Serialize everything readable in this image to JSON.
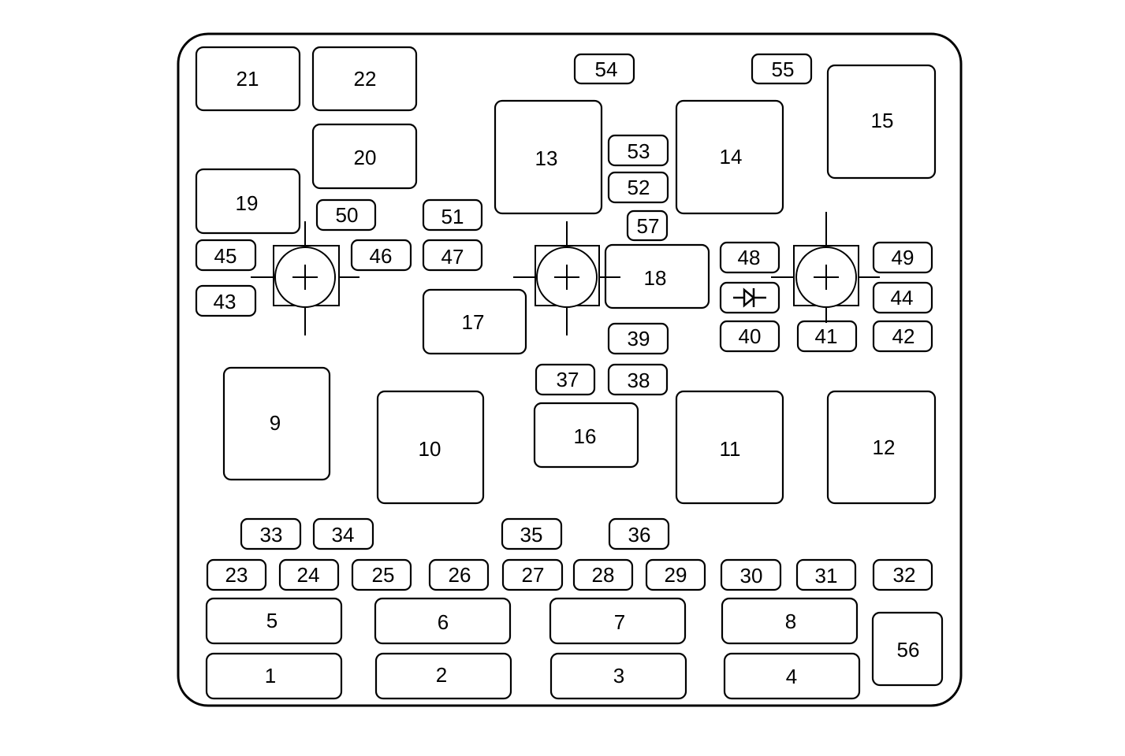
{
  "labels": {
    "f1": "1",
    "f2": "2",
    "f3": "3",
    "f4": "4",
    "f5": "5",
    "f6": "6",
    "f7": "7",
    "f8": "8",
    "f9": "9",
    "f10": "10",
    "f11": "11",
    "f12": "12",
    "f13": "13",
    "f14": "14",
    "f15": "15",
    "f16": "16",
    "f17": "17",
    "f18": "18",
    "f19": "19",
    "f20": "20",
    "f21": "21",
    "f22": "22",
    "f23": "23",
    "f24": "24",
    "f25": "25",
    "f26": "26",
    "f27": "27",
    "f28": "28",
    "f29": "29",
    "f30": "30",
    "f31": "31",
    "f32": "32",
    "f33": "33",
    "f34": "34",
    "f35": "35",
    "f36": "36",
    "f37": "37",
    "f38": "38",
    "f39": "39",
    "f40": "40",
    "f41": "41",
    "f42": "42",
    "f43": "43",
    "f44": "44",
    "f45": "45",
    "f46": "46",
    "f47": "47",
    "f48": "48",
    "f49": "49",
    "f50": "50",
    "f51": "51",
    "f52": "52",
    "f53": "53",
    "f54": "54",
    "f55": "55",
    "f56": "56",
    "f57": "57"
  },
  "icons": {
    "diode": "diode-icon",
    "mounting": "mounting-bolt-icon"
  }
}
